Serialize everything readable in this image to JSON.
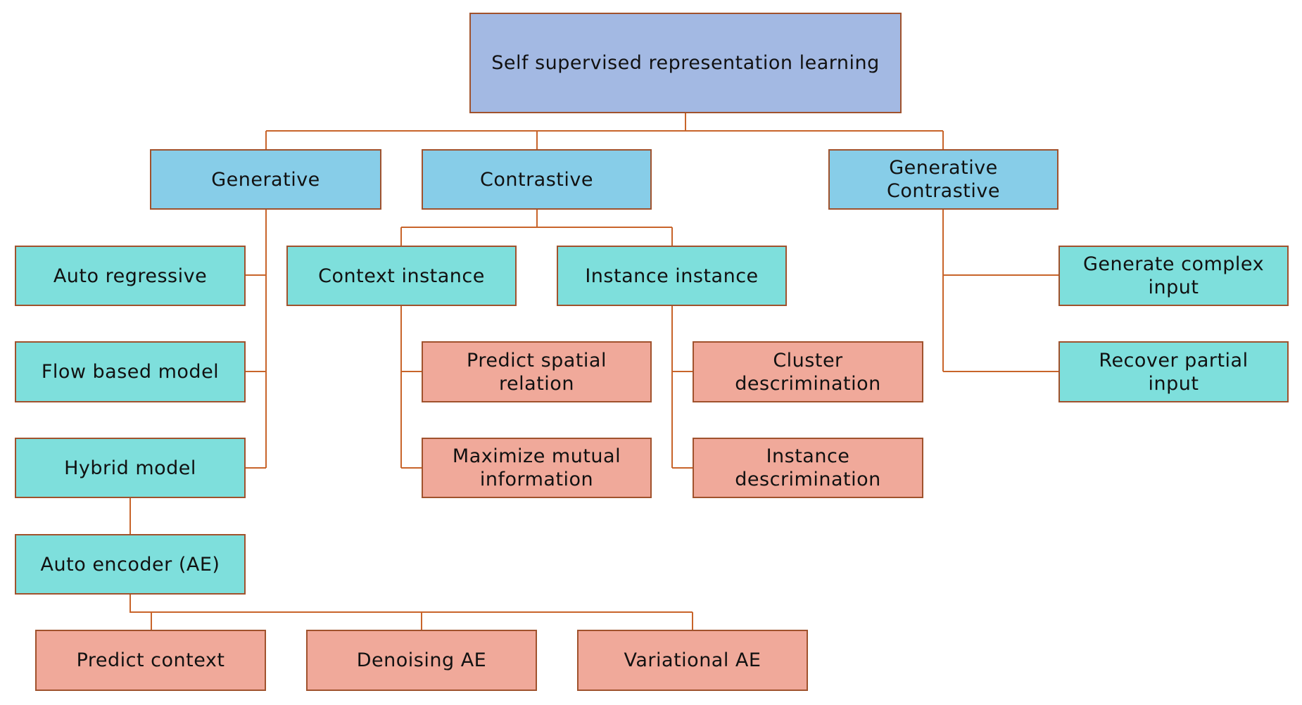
{
  "diagram": {
    "title": "Self supervised representation learning",
    "colors": {
      "root": "#a3b9e3",
      "category": "#87cde8",
      "method": "#7edfdc",
      "technique": "#f0a99a",
      "border": "#a0522d",
      "connector": "#c8642a"
    },
    "nodes": {
      "root": "Self supervised representation learning",
      "generative": "Generative",
      "contrastive": "Contrastive",
      "generative_contrastive": "Generative Contrastive",
      "auto_regressive": "Auto regressive",
      "flow_based_model": "Flow based model",
      "hybrid_model": "Hybrid model",
      "auto_encoder": "Auto encoder (AE)",
      "context_instance": "Context instance",
      "instance_instance": "Instance instance",
      "predict_spatial_relation": "Predict spatial relation",
      "maximize_mutual_information": "Maximize mutual information",
      "cluster_descrimination": "Cluster descrimination",
      "instance_descrimination": "Instance descrimination",
      "generate_complex_input": "Generate complex input",
      "recover_partial_input": "Recover partial input",
      "predict_context": "Predict context",
      "denoising_ae": "Denoising AE",
      "variational_ae": "Variational AE"
    },
    "edges": [
      [
        "root",
        "generative"
      ],
      [
        "root",
        "contrastive"
      ],
      [
        "root",
        "generative_contrastive"
      ],
      [
        "generative",
        "auto_regressive"
      ],
      [
        "generative",
        "flow_based_model"
      ],
      [
        "generative",
        "hybrid_model"
      ],
      [
        "hybrid_model",
        "auto_encoder"
      ],
      [
        "auto_encoder",
        "predict_context"
      ],
      [
        "auto_encoder",
        "denoising_ae"
      ],
      [
        "auto_encoder",
        "variational_ae"
      ],
      [
        "contrastive",
        "context_instance"
      ],
      [
        "contrastive",
        "instance_instance"
      ],
      [
        "context_instance",
        "predict_spatial_relation"
      ],
      [
        "context_instance",
        "maximize_mutual_information"
      ],
      [
        "instance_instance",
        "cluster_descrimination"
      ],
      [
        "instance_instance",
        "instance_descrimination"
      ],
      [
        "generative_contrastive",
        "generate_complex_input"
      ],
      [
        "generative_contrastive",
        "recover_partial_input"
      ]
    ]
  }
}
